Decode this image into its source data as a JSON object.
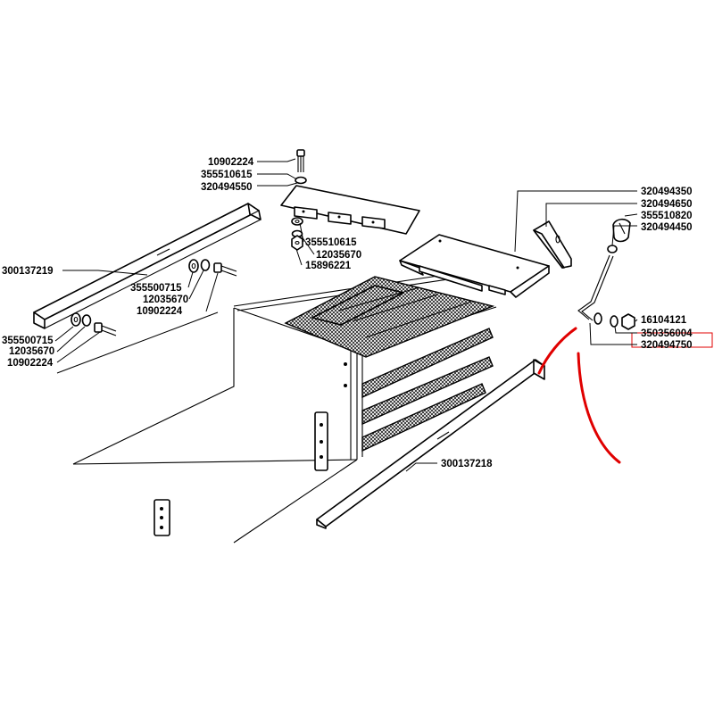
{
  "labels": {
    "p10902224_top": "10902224",
    "p355510615_top": "355510615",
    "p320494550": "320494550",
    "p355510615_mid": "355510615",
    "p12035670_mid": "12035670",
    "p15896221": "15896221",
    "p300137219": "300137219",
    "p355500715_a": "355500715",
    "p12035670_a": "12035670",
    "p10902224_a": "10902224",
    "p355500715_b": "355500715",
    "p12035670_b": "12035670",
    "p10902224_b": "10902224",
    "p320494350": "320494350",
    "p320494650": "320494650",
    "p355510820": "355510820",
    "p320494450": "320494450",
    "p16104121": "16104121",
    "p350356004": "350356004",
    "p320494750": "320494750",
    "p300137218": "300137218"
  },
  "colors": {
    "line": "#000000",
    "background": "#ffffff",
    "highlight": "#e00000"
  }
}
